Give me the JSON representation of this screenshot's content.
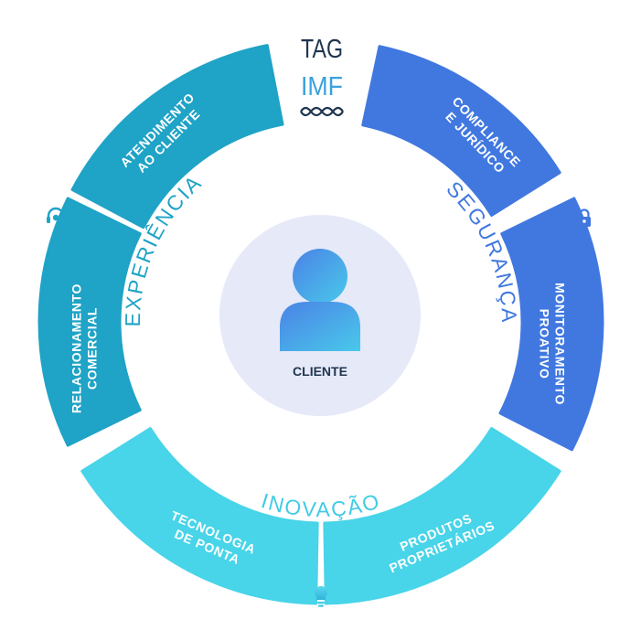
{
  "logo": {
    "line1": "TAG",
    "line2": "IMF"
  },
  "center": {
    "label": "CLIENTE"
  },
  "categories": [
    {
      "key": "experiencia",
      "label": "EXPERIÊNCIA",
      "color": "#1fa3c6"
    },
    {
      "key": "seguranca",
      "label": "SEGURANÇA",
      "color": "#4178e0"
    },
    {
      "key": "inovacao",
      "label": "INOVAÇÃO",
      "color": "#3fcbe4"
    }
  ],
  "segments": [
    {
      "key": "atendimento",
      "lines": [
        "ATENDIMENTO",
        "AO CLIENTE"
      ],
      "color": "#1fa3c6"
    },
    {
      "key": "compliance",
      "lines": [
        "COMPLIANCE",
        "E JURÍDICO"
      ],
      "color": "#4178e0"
    },
    {
      "key": "monitoramento",
      "lines": [
        "MONITORAMENTO",
        "PROATIVO"
      ],
      "color": "#4178e0"
    },
    {
      "key": "produtos",
      "lines": [
        "PRODUTOS",
        "PROPRIETÁRIOS"
      ],
      "color": "#48d4e9"
    },
    {
      "key": "tecnologia",
      "lines": [
        "TECNOLOGIA",
        "DE PONTA"
      ],
      "color": "#48d4e9"
    },
    {
      "key": "relacionamento",
      "lines": [
        "RELACIONAMENTO",
        "COMERCIAL"
      ],
      "color": "#1fa3c6"
    }
  ],
  "icons": [
    "headset-icon",
    "lock-icon",
    "lightbulb-icon"
  ]
}
